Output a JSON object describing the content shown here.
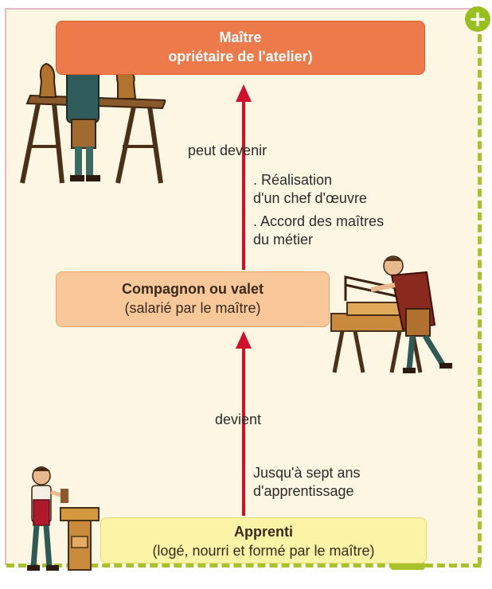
{
  "maitre": {
    "title": "Maître",
    "subtitle": "opriétaire de l'atelier)"
  },
  "compagnon": {
    "title": "Compagnon ou valet",
    "subtitle": "(salarié par le maître)"
  },
  "apprenti": {
    "title": "Apprenti",
    "subtitle": "(logé, nourri et formé par le maître)"
  },
  "arrow_upper": {
    "label": "peut devenir",
    "conditions": [
      ". Réalisation",
      "d'un chef d'œuvre",
      ". Accord des maîtres",
      "du métier"
    ]
  },
  "arrow_lower": {
    "label": "devient",
    "conditions": [
      "Jusqu'à sept ans",
      "d'apprentissage"
    ]
  },
  "plus_button": "+",
  "colors": {
    "maitre_box": "#ec7a4a",
    "compagnon_box": "#f8c89b",
    "apprenti_box": "#fbf3a6",
    "arrow": "#d0112b",
    "frame_dash": "#a9c12a",
    "background": "#fdf6e3"
  }
}
